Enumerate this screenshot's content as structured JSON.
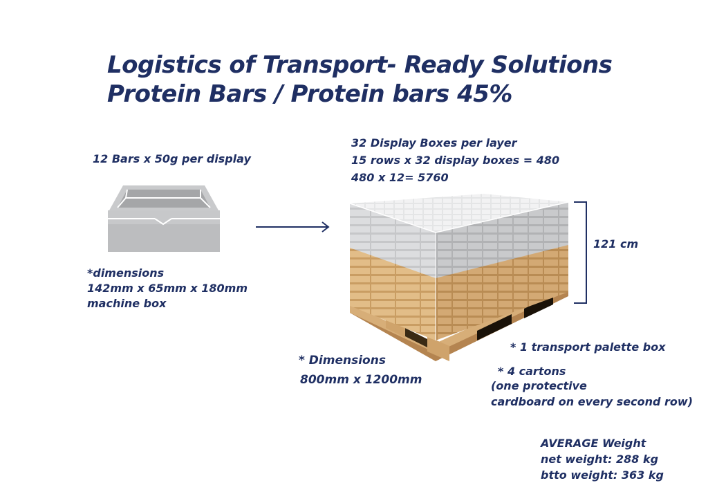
{
  "title": {
    "line1": "Logistics of Transport- Ready Solutions",
    "line2": "Protein Bars  /  Protein bars 45%"
  },
  "display": {
    "caption": "12 Bars x 50g per display",
    "dimensions_line1": " *dimensions",
    "dimensions_line2": "142mm x  65mm x 180mm",
    "dimensions_line3": "machine box"
  },
  "pallet": {
    "layer_line1": "32 Display Boxes per layer",
    "layer_line2": "15 rows x 32 display boxes = 480",
    "layer_line3": "480 x 12= 5760",
    "height_label": "121 cm",
    "dimensions_line1": "* Dimensions",
    "dimensions_line2": "800mm x 1200mm",
    "note1": "*  1 transport palette box",
    "note2_line1": "*  4 cartons",
    "note2_line2": "(one protective",
    "note2_line3": "cardboard on every second row)"
  },
  "weight": {
    "heading": "AVERAGE Weight",
    "net": "net weight: 288  kg",
    "gross": "btto weight: 363 kg"
  },
  "colors": {
    "text": "#1f2f63",
    "box_gray": "#b8b9bb",
    "cardboard": "#d9b07c",
    "pallet_wood": "#cfa36b"
  }
}
